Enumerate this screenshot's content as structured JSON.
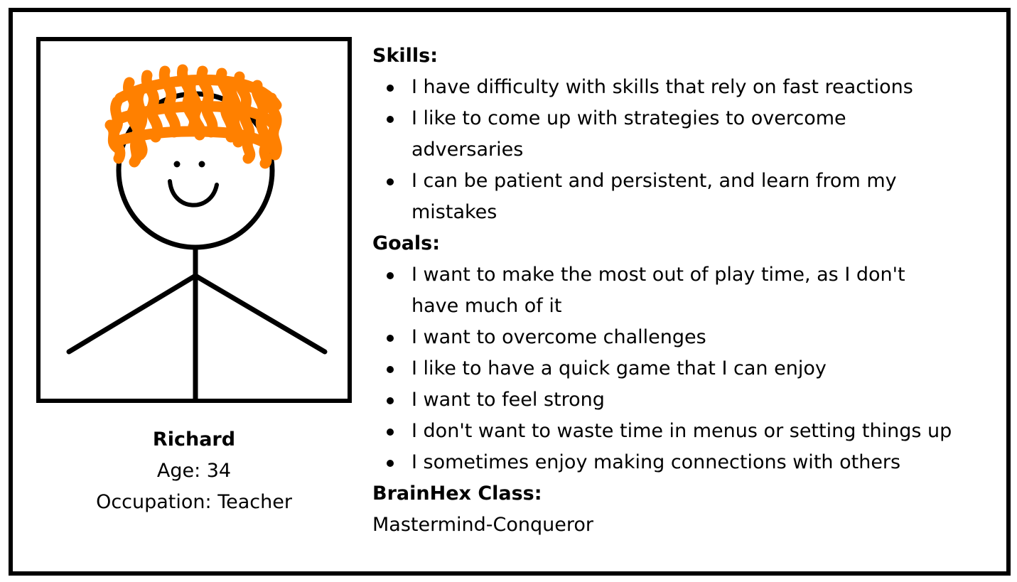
{
  "profile": {
    "name": "Richard",
    "age": "Age: 34",
    "occupation": "Occupation: Teacher"
  },
  "skills": {
    "heading": "Skills:",
    "items": [
      "I have difficulty with skills that rely on fast reactions",
      "I like to come up with strategies to overcome adversaries",
      "I can be patient and persistent, and learn from my mistakes"
    ]
  },
  "goals": {
    "heading": "Goals:",
    "items": [
      "I want to make the most out of play time, as I don't have much of it",
      "I want to overcome challenges",
      "I like to have a quick game that I can enjoy",
      "I want to feel strong",
      "I don't want to waste time in menus or setting things up",
      "I sometimes enjoy making connections with others"
    ]
  },
  "brainhex": {
    "heading": "BrainHex Class:",
    "value": "Mastermind-Conqueror"
  },
  "colors": {
    "hair": "#ff8000",
    "outline": "#000000",
    "background": "#ffffff"
  },
  "icons": {
    "portrait": "stick-figure-avatar"
  }
}
